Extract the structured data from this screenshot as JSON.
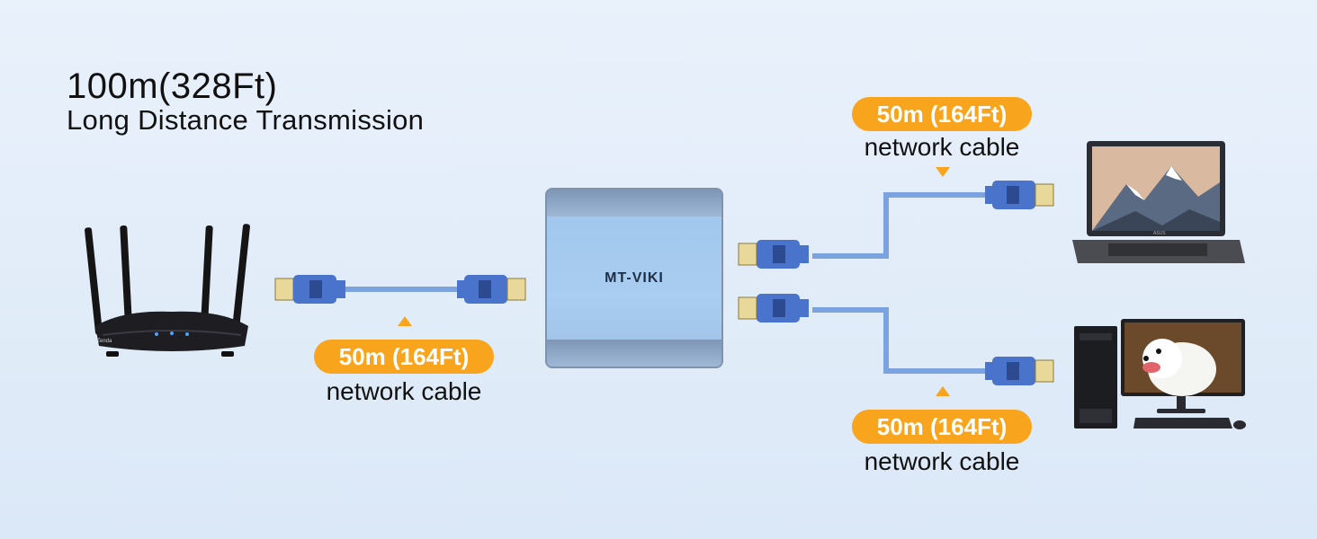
{
  "heading": {
    "distance": "100m(328Ft)",
    "subtitle": "Long Distance Transmission"
  },
  "cables": [
    {
      "length": "50m (164Ft)",
      "label": "network cable"
    },
    {
      "length": "50m (164Ft)",
      "label": "network cable"
    },
    {
      "length": "50m (164Ft)",
      "label": "network cable"
    }
  ],
  "extender": {
    "brand": "MT-VIKI"
  },
  "router": {
    "brand": "Tenda"
  },
  "laptop": {
    "brand": "ASUS"
  },
  "colors": {
    "accent": "#f8a51d",
    "cable": "#7ba3e0",
    "connector": "#4a74cc",
    "background": "#e3edf8"
  },
  "icons": [
    "router-icon",
    "extender-device",
    "laptop-icon",
    "desktop-pc-icon",
    "rj45-connector-icon"
  ]
}
